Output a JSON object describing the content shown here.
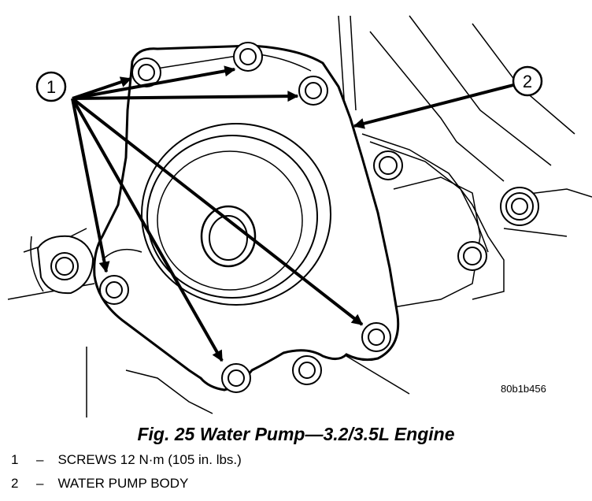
{
  "figure": {
    "callouts": [
      {
        "number": "1"
      },
      {
        "number": "2"
      }
    ],
    "art_code": "80b1b456"
  },
  "caption": "Fig. 25 Water Pump—3.2/3.5L Engine",
  "legend": [
    {
      "number": "1",
      "dash": "–",
      "text": "SCREWS 12 N·m (105 in. lbs.)"
    },
    {
      "number": "2",
      "dash": "–",
      "text": "WATER PUMP BODY"
    }
  ]
}
